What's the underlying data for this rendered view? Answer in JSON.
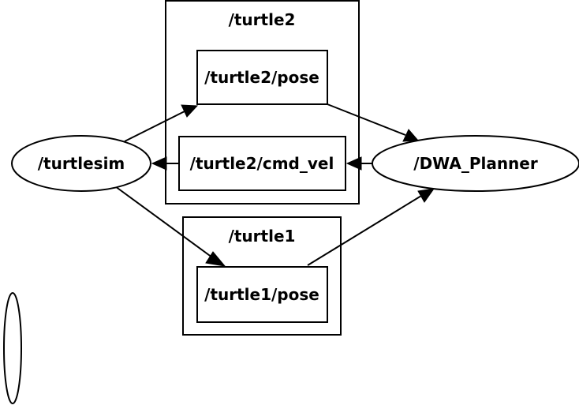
{
  "clusters": {
    "turtle2": {
      "label": "/turtle2"
    },
    "turtle1": {
      "label": "/turtle1"
    }
  },
  "nodes": {
    "turtlesim": {
      "label": "/turtlesim",
      "shape": "ellipse"
    },
    "dwa_planner": {
      "label": "/DWA_Planner",
      "shape": "ellipse"
    },
    "turtle2_pose": {
      "label": "/turtle2/pose",
      "shape": "box"
    },
    "turtle2_cmd_vel": {
      "label": "/turtle2/cmd_vel",
      "shape": "box"
    },
    "turtle1_pose": {
      "label": "/turtle1/pose",
      "shape": "box"
    },
    "unnamed_node": {
      "label": "",
      "shape": "ellipse"
    }
  },
  "edges": [
    {
      "from": "/turtlesim",
      "to": "/turtle2/pose"
    },
    {
      "from": "/turtle2/pose",
      "to": "/DWA_Planner"
    },
    {
      "from": "/DWA_Planner",
      "to": "/turtle2/cmd_vel"
    },
    {
      "from": "/turtle2/cmd_vel",
      "to": "/turtlesim"
    },
    {
      "from": "/turtlesim",
      "to": "/turtle1/pose"
    },
    {
      "from": "/turtle1/pose",
      "to": "/DWA_Planner"
    }
  ]
}
